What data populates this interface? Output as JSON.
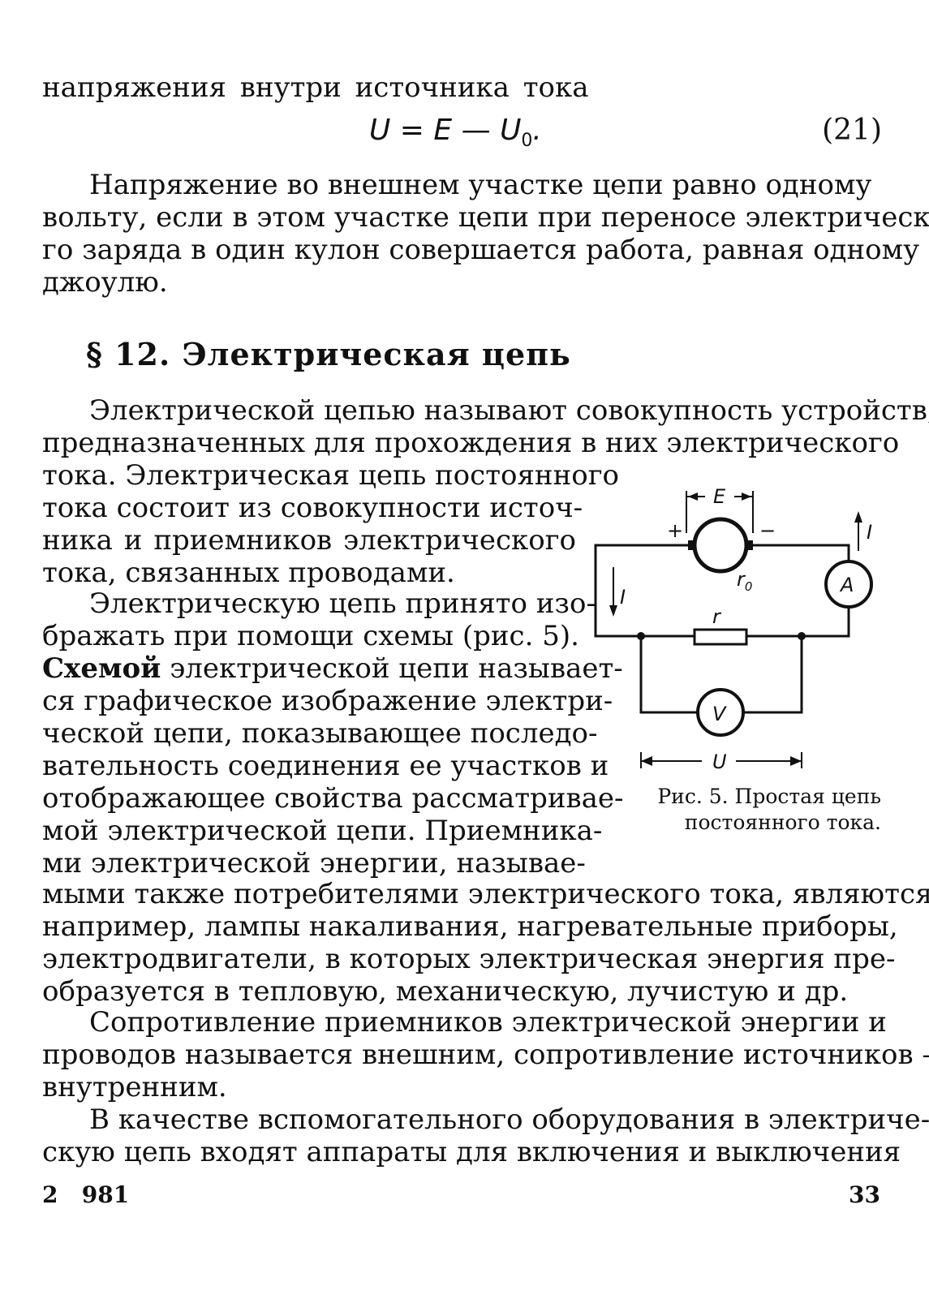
{
  "top_lines": [
    "напряжения внутри источника тока"
  ],
  "formula": {
    "lhs": "U",
    "eq": " = ",
    "e": "E",
    "dash": " — ",
    "u0": "U",
    "sub": "0",
    "dot": "."
  },
  "eq_number": "(21)",
  "para1": [
    "Напряжение во внешнем участке цепи равно одному",
    "вольту, если в этом участке цепи при переносе электрическо-",
    "го заряда в один кулон совершается работа, равная одному",
    "джоулю."
  ],
  "heading": "§ 12. Электрическая цепь",
  "para2_full": [
    "Электрической цепью называют совокупность устройств,",
    "предназначенных для прохождения в них электрического"
  ],
  "para2_short": [
    "тока. Электрическая цепь постоянного",
    "тока состоит из совокупности источ-",
    "ника и приемников электрического",
    "тока, связанных проводами."
  ],
  "para3_short": [
    "Электрическую цепь принято изо-",
    "бражать при помощи схемы (рис. 5)."
  ],
  "para3_bold": "Схемой",
  "para3_rest": " электрической цепи называет-",
  "para3_short2": [
    "ся графическое изображение электри-",
    "ческой цепи, показывающее последо-",
    "вательность соединения ее участков и",
    "отображающее свойства рассматривае-",
    "мой электрической цепи. Приемника-",
    "ми электрической энергии, называе-"
  ],
  "para3_full": [
    "мыми также потребителями электрического тока, являются,",
    "например, лампы накаливания, нагревательные приборы,",
    "электродвигатели, в которых электрическая энергия пре-",
    "образуется в тепловую, механическую, лучистую и др."
  ],
  "para4": [
    "Сопротивление приемников электрической энергии и",
    "проводов называется внешним, сопротивление источников —",
    "внутренним."
  ],
  "para5": [
    "В качестве вспомогательного оборудования в электриче-",
    "скую цепь входят аппараты для включения и выключения"
  ],
  "figure": {
    "labels": {
      "emf": "E",
      "plus": "+",
      "minus": "−",
      "current": "I",
      "r0": "r",
      "r0_sub": "0",
      "r": "r",
      "ammeter": "A",
      "voltmeter": "V",
      "voltage": "U"
    }
  },
  "caption": [
    "Рис. 5. Простая цепь",
    "постоянного тока."
  ],
  "footer": {
    "signature": "2   981",
    "page_number": "33"
  }
}
